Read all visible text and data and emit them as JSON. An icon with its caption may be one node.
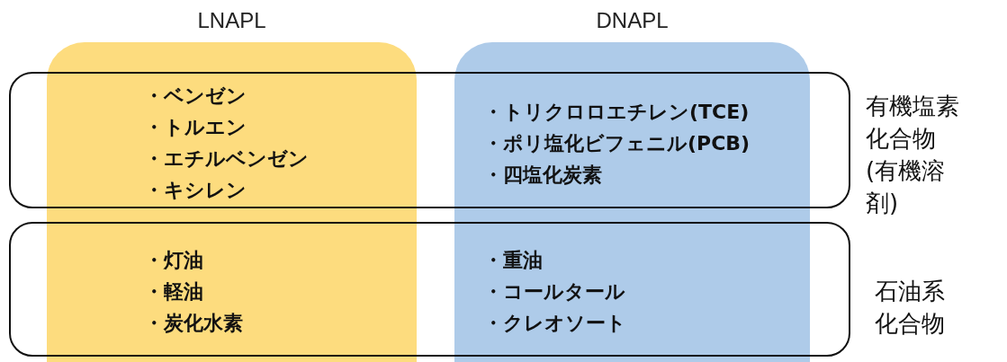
{
  "diagram": {
    "nodes": [
      {
        "text": [
          "LNAPL"
        ]
      },
      {
        "text": [
          "DNAPL"
        ]
      },
      {
        "text": [],
        "shape": "box",
        "beside": [
          "有機塩素化合物(有機溶剤)"
        ]
      },
      {
        "text": [],
        "shape": "box",
        "beside": [
          "石油系化合物"
        ]
      }
    ],
    "edges": [],
    "labels": [
      "・ベンゼン",
      "・トルエン",
      "・エチルベンゼン",
      "・キシレン",
      "・トリクロロエチレン(TCE)",
      "・ポリ塩化ビフェニル(PCB)",
      "・四塩化炭素",
      "・灯油",
      "・軽油",
      "・炭化水素",
      "・重油",
      "・コールタール",
      "・クレオソート"
    ]
  }
}
